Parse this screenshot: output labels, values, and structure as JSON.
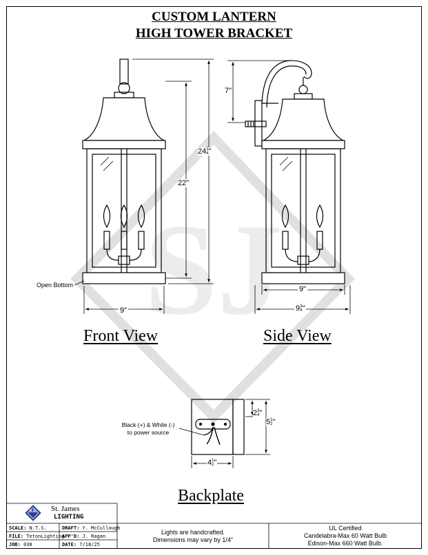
{
  "title": {
    "line1": "CUSTOM LANTERN",
    "line2": "HIGH TOWER BRACKET"
  },
  "front_view": {
    "label": "Front View",
    "width_dim": "9\"",
    "height_total_whole": "24",
    "height_total_frac_num": "1",
    "height_total_frac_den": "4",
    "height_total_unit": "\"",
    "height_body": "22\"",
    "callout_open_bottom": "Open Bottom"
  },
  "side_view": {
    "label": "Side View",
    "arm_height": "7\"",
    "body_width": "9\"",
    "overall_width_whole": "9",
    "overall_width_frac_num": "3",
    "overall_width_frac_den": "4",
    "overall_width_unit": "\""
  },
  "backplate": {
    "label": "Backplate",
    "wire_note_line1": "Black (+) & White (-)",
    "wire_note_line2": "to power source",
    "depth_whole": "2",
    "depth_frac_num": "3",
    "depth_frac_den": "4",
    "height_whole": "5",
    "height_frac_num": "1",
    "height_frac_den": "2",
    "width_whole": "4",
    "width_frac_num": "1",
    "width_frac_den": "2",
    "unit": "\""
  },
  "title_block": {
    "company_line1": "St. James",
    "company_line2": "LIGHTING",
    "logo_text": "SJL",
    "scale_label": "SCALE:",
    "scale_value": "N.T.S.",
    "draft_label": "DRAFT:",
    "draft_value": "Y. McCullough",
    "file_label": "FILE:",
    "file_value": "TetonLighting",
    "appd_label": "APP'D:",
    "appd_value": "J. Ragan",
    "job_label": "JOB:",
    "job_value": "038",
    "date_label": "DATE:",
    "date_value": "7/18/25"
  },
  "notes": {
    "handcrafted_line1": "Lights are handcrafted.",
    "handcrafted_line2": "Dimensions may vary by 1/4\"",
    "ul_line1": "UL Certified",
    "ul_line2": "Candelabra-Max 60 Watt Bulb",
    "ul_line3": "Edison-Max 660 Watt Bulb."
  },
  "colors": {
    "line": "#000000",
    "watermark": "#e2e2e2",
    "logo_blue": "#2e3f8f"
  }
}
